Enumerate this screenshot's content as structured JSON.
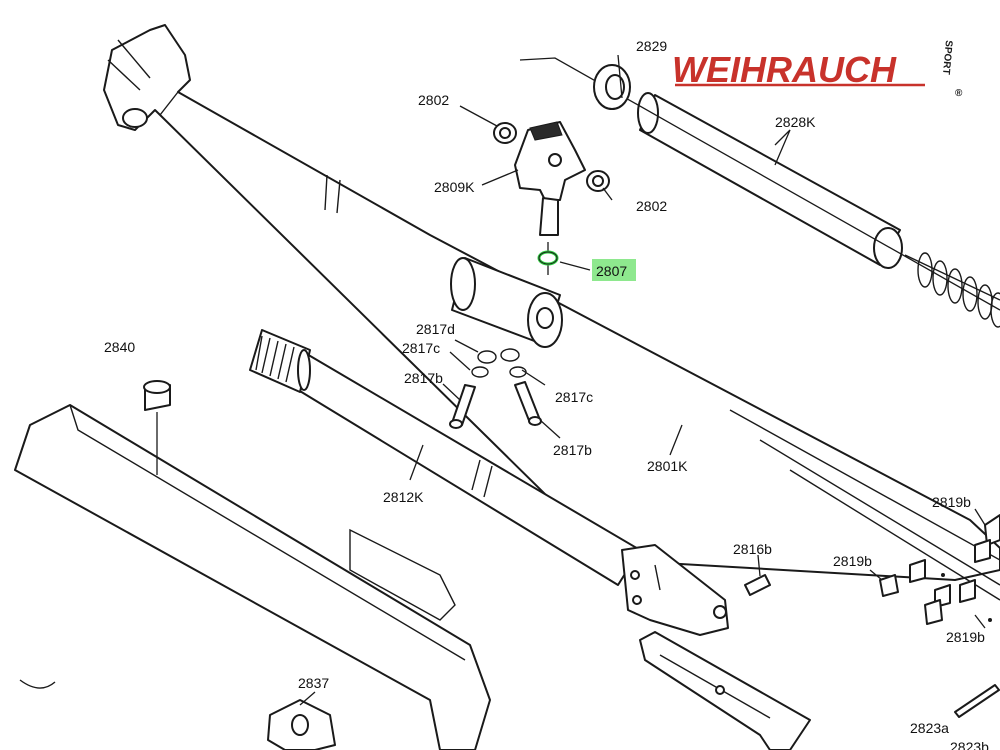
{
  "brand": {
    "name": "WEIHRAUCH",
    "sub": "SPORT",
    "mark": "®",
    "color": "#c8322b"
  },
  "highlight": {
    "part": "2807",
    "color": "#2ecc40"
  },
  "labels": {
    "p2829": "2829",
    "p2802a": "2802",
    "p2802b": "2802",
    "p2809K": "2809K",
    "p2828K": "2828K",
    "p2807": "2807",
    "p2840": "2840",
    "p2817d": "2817d",
    "p2817c_l": "2817c",
    "p2817c_r": "2817c",
    "p2817b_l": "2817b",
    "p2817b_r": "2817b",
    "p2812K": "2812K",
    "p2801K": "2801K",
    "p2819b_1": "2819b",
    "p2819b_2": "2819b",
    "p2819b_3": "2819b",
    "p2816b": "2816b",
    "p2837": "2837",
    "p2823a": "2823a",
    "p2823b": "2823b"
  }
}
